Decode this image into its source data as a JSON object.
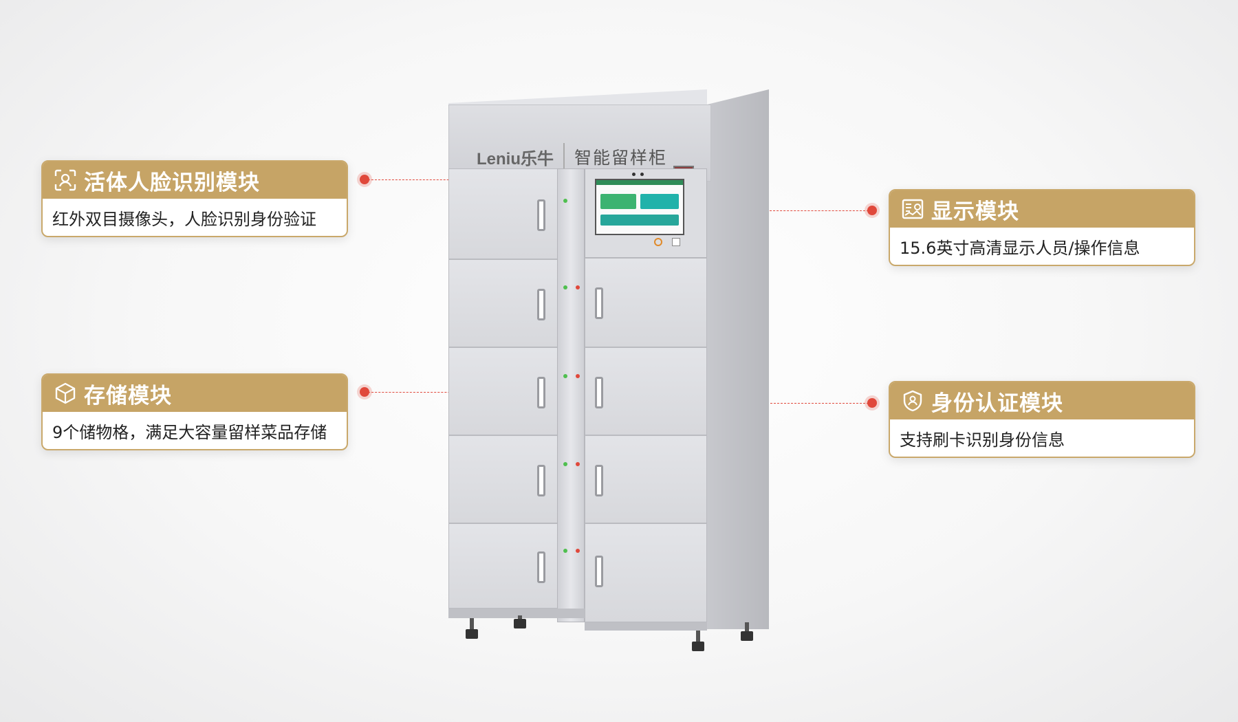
{
  "product": {
    "brand_logo": "Leniu乐牛",
    "name": "智能留样柜"
  },
  "callouts": [
    {
      "id": "face",
      "title": "活体人脸识别模块",
      "description": "红外双目摄像头，人脸识别身份验证",
      "icon": "face-scan-icon"
    },
    {
      "id": "storage",
      "title": "存储模块",
      "description": "9个储物格，满足大容量留样菜品存储",
      "icon": "cube-box-icon"
    },
    {
      "id": "display",
      "title": "显示模块",
      "description": "15.6英寸高清显示人员/操作信息",
      "icon": "display-panel-icon"
    },
    {
      "id": "identity",
      "title": "身份认证模块",
      "description": "支持刷卡识别身份信息",
      "icon": "shield-user-icon"
    }
  ],
  "colors": {
    "card_header": "#c6a466",
    "card_border": "#c9a86b",
    "leader_line": "#e0483b",
    "led_green": "#4fbf4f",
    "led_red": "#e0483b"
  }
}
